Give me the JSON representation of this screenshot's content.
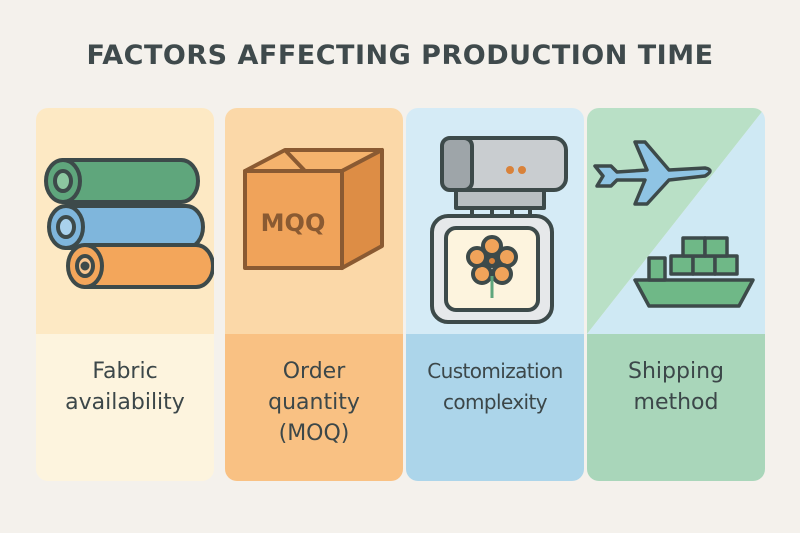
{
  "title": "FACTORS AFFECTING PRODUCTION TIME",
  "cards": [
    {
      "label": "Fabric\navailability",
      "icon": "fabric-rolls-icon"
    },
    {
      "label": "Order\nquantity\n(MOQ)",
      "icon": "box-icon",
      "box_text": "MQQ"
    },
    {
      "label": "Customization\ncomplexity",
      "icon": "embroidery-machine-icon"
    },
    {
      "label": "Shipping\nmethod",
      "icon": "plane-and-ship-icon"
    }
  ],
  "colors": {
    "background": "#f4f1ec",
    "text": "#3f4a4c",
    "fabric_bg": "#fde9c4",
    "order_bg": "#f9c183",
    "custom_bg": "#acd5ea",
    "shipping_bg": "#a9d6ba"
  }
}
